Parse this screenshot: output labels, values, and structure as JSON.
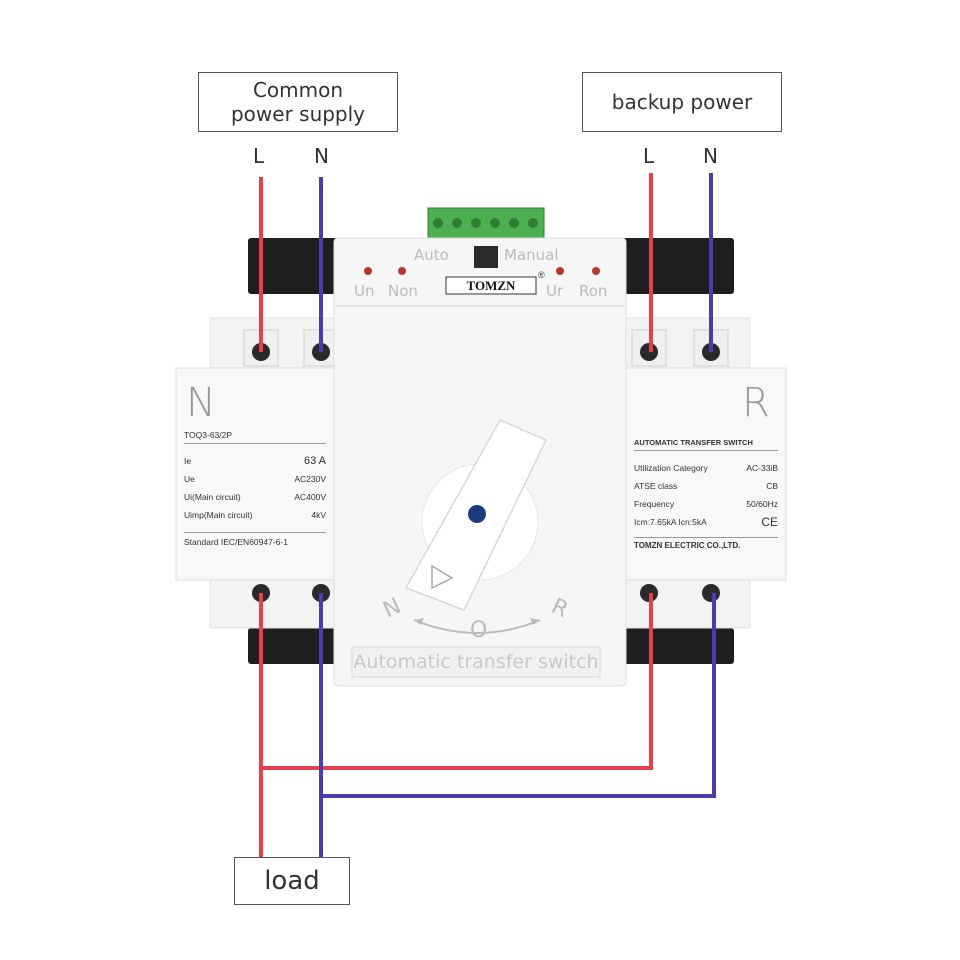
{
  "labels": {
    "common_power": "Common power supply",
    "backup_power": "backup power",
    "load": "load",
    "left_L": "L",
    "left_N": "N",
    "right_L": "L",
    "right_N": "N"
  },
  "device": {
    "mode_auto": "Auto",
    "mode_manual": "Manual",
    "brand": "TOMZN",
    "registered": "®",
    "ind_un": "Un",
    "ind_non": "Non",
    "ind_ur": "Ur",
    "ind_ron": "Ron",
    "side_left": "N",
    "side_right": "R",
    "dial_n": "N",
    "dial_o": "O",
    "dial_r": "R",
    "bottom_text": "Automatic transfer switch"
  },
  "left_panel": {
    "model": "TOQ3-63/2P",
    "rows": [
      {
        "k": "Ie",
        "v": "63 A"
      },
      {
        "k": "Ue",
        "v": "AC230V"
      },
      {
        "k": "Ui(Main circuit)",
        "v": "AC400V"
      },
      {
        "k": "Uimp(Main circuit)",
        "v": "4kV"
      }
    ],
    "standard": "Standard IEC/EN60947-6-1"
  },
  "right_panel": {
    "title": "AUTOMATIC TRANSFER SWITCH",
    "rows": [
      {
        "k": "Utilization Category",
        "v": "AC-33iB"
      },
      {
        "k": "ATSE class",
        "v": "CB"
      },
      {
        "k": "Frequency",
        "v": "50/60Hz"
      },
      {
        "k": "Icm:7.65kA Icn:5kA",
        "v": "CE"
      }
    ],
    "company": "TOMZN ELECTRIC CO.,LTD."
  },
  "colors": {
    "live": "#e8404a",
    "neutral": "#4a3cae",
    "terminal_green": "#4caf50"
  }
}
